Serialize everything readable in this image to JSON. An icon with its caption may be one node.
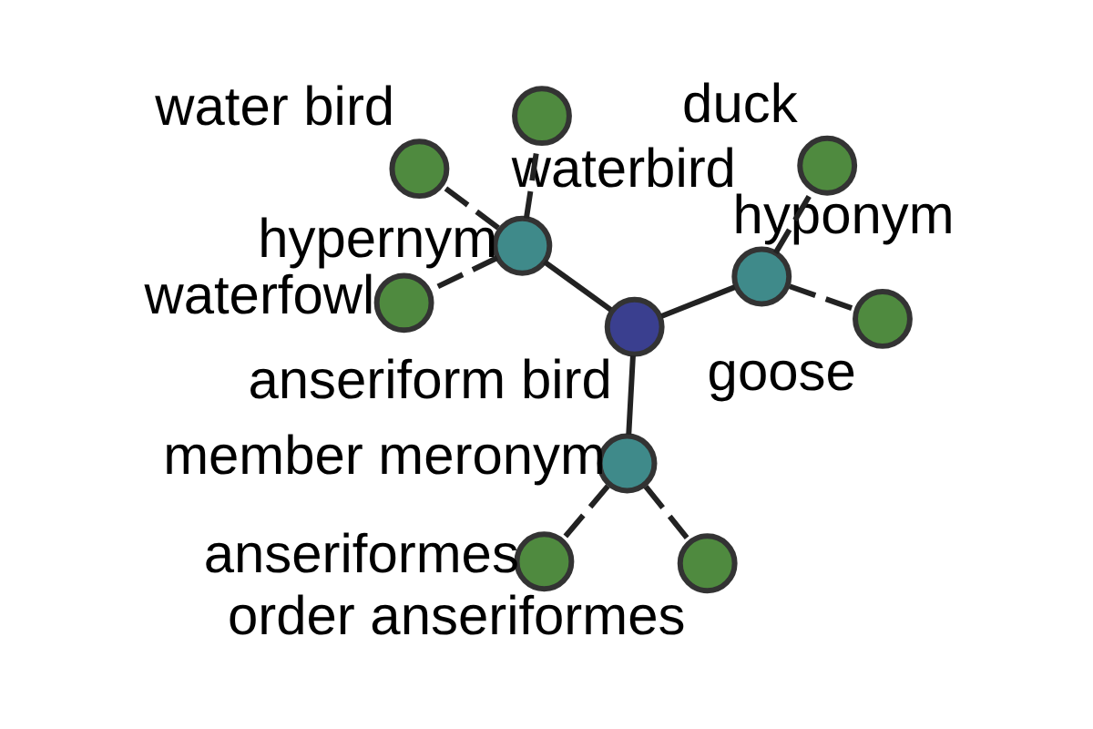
{
  "diagram": {
    "nodes": [
      {
        "text": [
          "anseriform bird"
        ]
      },
      {
        "text": [
          "hyponym"
        ]
      },
      {
        "text": [
          "goose"
        ]
      },
      {
        "text": [
          "duck"
        ]
      },
      {
        "text": [
          "hypernym"
        ]
      },
      {
        "text": [
          "water bird"
        ]
      },
      {
        "text": [
          "waterfowl"
        ]
      },
      {
        "text": [
          "waterbird"
        ]
      },
      {
        "text": [
          "member meronym"
        ]
      },
      {
        "text": [
          "order anseriformes"
        ]
      },
      {
        "text": [
          "anseriformes"
        ]
      }
    ],
    "edges": [
      {
        "from": 0,
        "to": 1,
        "arrow": "none"
      },
      {
        "from": 1,
        "to": 2,
        "arrow": "none",
        "style": "dashed"
      },
      {
        "from": 1,
        "to": 3,
        "arrow": "none",
        "style": "dashed"
      },
      {
        "from": 0,
        "to": 4,
        "arrow": "none"
      },
      {
        "from": 4,
        "to": 5,
        "arrow": "none",
        "style": "dashed"
      },
      {
        "from": 4,
        "to": 6,
        "arrow": "none",
        "style": "dashed"
      },
      {
        "from": 4,
        "to": 7,
        "arrow": "none",
        "style": "dashed"
      },
      {
        "from": 0,
        "to": 8,
        "arrow": "none"
      },
      {
        "from": 8,
        "to": 9,
        "arrow": "none",
        "style": "dashed"
      },
      {
        "from": 8,
        "to": 10,
        "arrow": "none",
        "style": "dashed"
      }
    ]
  }
}
